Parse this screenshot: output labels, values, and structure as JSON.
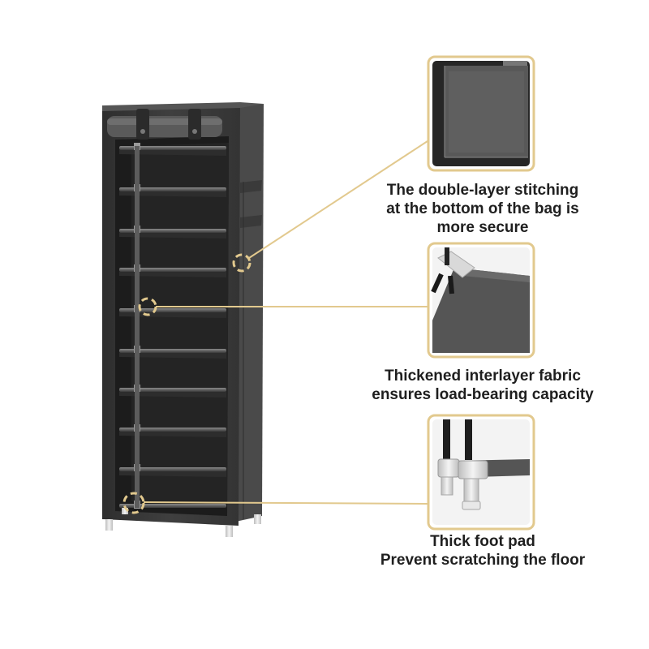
{
  "callouts": [
    {
      "lines": [
        "The double-layer stitching",
        "at the bottom of the bag is",
        "more secure"
      ]
    },
    {
      "lines": [
        "Thickened interlayer fabric",
        "ensures load-bearing capacity"
      ]
    },
    {
      "lines": [
        "Thick foot pad",
        "Prevent scratching the floor"
      ]
    }
  ],
  "colors": {
    "accent_gold": "#e2c98e",
    "cover_fabric": "#3c3c3c",
    "cover_dark": "#262626",
    "caption_text": "#1f1f1f"
  }
}
